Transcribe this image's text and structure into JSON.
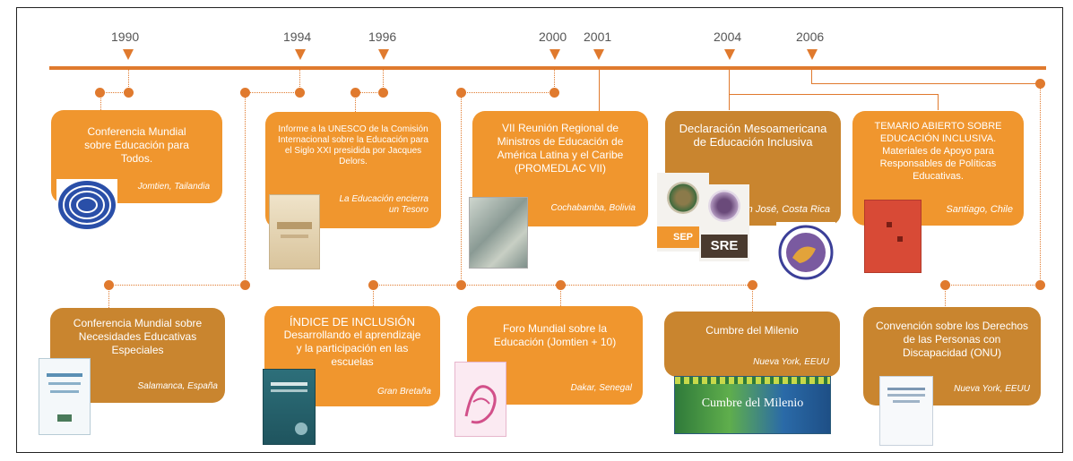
{
  "timeline": {
    "years": [
      "1990",
      "1994",
      "1996",
      "2000",
      "2001",
      "2004",
      "2006"
    ]
  },
  "events": {
    "jomtien": {
      "title": "Conferencia Mundial sobre Educación para Todos.",
      "place": "Jomtien, Tailandia"
    },
    "unesco": {
      "title": "Informe a la UNESCO de la Comisión Internacional sobre la Educación para el Siglo XXI presidida por Jacques Delors.",
      "book": "La Educación encierra un Tesoro"
    },
    "promedlac": {
      "title": "VII Reunión Regional de Ministros de Educación de América Latina y el Caribe (PROMEDLAC VII)",
      "place": "Cochabamba, Bolivia"
    },
    "mesoamericana": {
      "title": "Declaración Mesoamericana de Educación Inclusiva",
      "place": "San José, Costa Rica"
    },
    "temario": {
      "title": "TEMARIO ABIERTO SOBRE EDUCACIÓN INCLUSIVA. Materiales de Apoyo para Responsables de Políticas Educativas.",
      "place": "Santiago, Chile"
    },
    "salamanca": {
      "title": "Conferencia Mundial sobre Necesidades Educativas Especiales",
      "place": "Salamanca, España"
    },
    "indice": {
      "title": "ÍNDICE DE INCLUSIÓN",
      "subtitle": "Desarrollando el aprendizaje y la participación en las escuelas",
      "place": "Gran Bretaña"
    },
    "dakar": {
      "title": "Foro Mundial sobre la Educación (Jomtien + 10)",
      "place": "Dakar, Senegal"
    },
    "milenio": {
      "title": "Cumbre del Milenio",
      "place": "Nueva York, EEUU"
    },
    "onu": {
      "title": "Convención sobre los Derechos de las Personas con Discapacidad (ONU)",
      "place": "Nueva York, EEUU"
    }
  },
  "logos": {
    "sep": "SEP",
    "sre": "SRE",
    "cumbre_banner": "Cumbre del Milenio"
  },
  "colors": {
    "accent": "#e07a2e",
    "box_light": "#f0962e",
    "box_dark": "#c9852f"
  }
}
